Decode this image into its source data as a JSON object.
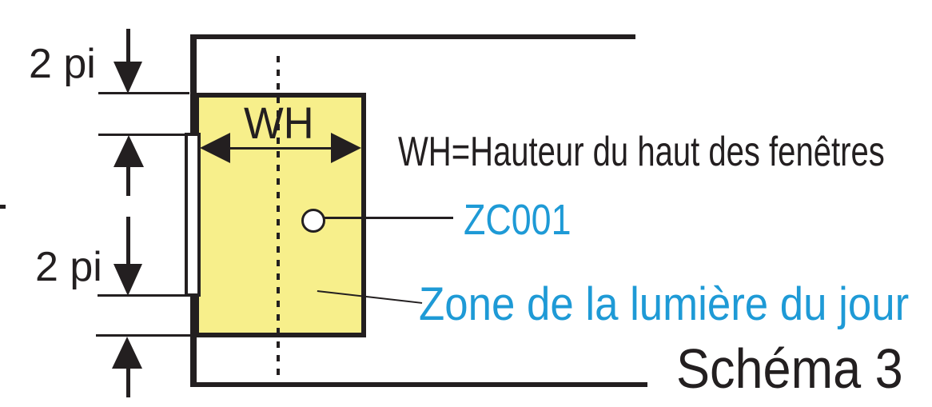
{
  "diagram": {
    "dim_top_label": "2 pi",
    "dim_bottom_label": "2 pi",
    "wh_label": "WH",
    "wh_definition": "WH=Hauteur du haut des fenêtres",
    "zone_code": "ZC001",
    "zone_name": "Zone de la lumière du jour",
    "caption": "Schéma 3",
    "colors": {
      "zone_fill": "#F7EF8B",
      "ink": "#231F20",
      "accent_blue": "#1E9AD6"
    }
  }
}
